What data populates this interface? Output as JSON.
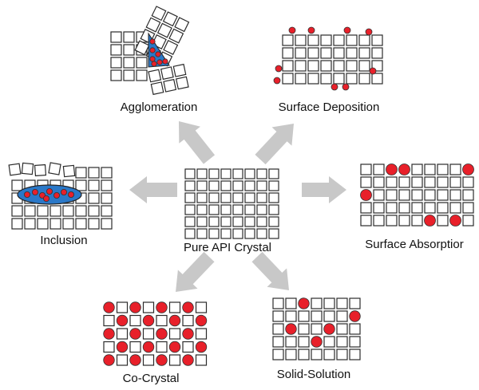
{
  "diagram": {
    "center_label": "Pure API Crystal",
    "labels": {
      "agglomeration": "Agglomeration",
      "surface_deposition": "Surface Deposition",
      "inclusion": "Inclusion",
      "surface_absorption": "Surface Absorptior",
      "co_crystal": "Co-Crystal",
      "solid_solution": "Solid-Solution"
    },
    "colors": {
      "cell_stroke": "#2b2b2b",
      "dopant": "#e8202a",
      "inclusion_fill": "#2a78c8",
      "arrow": "#c8c8c8"
    }
  }
}
